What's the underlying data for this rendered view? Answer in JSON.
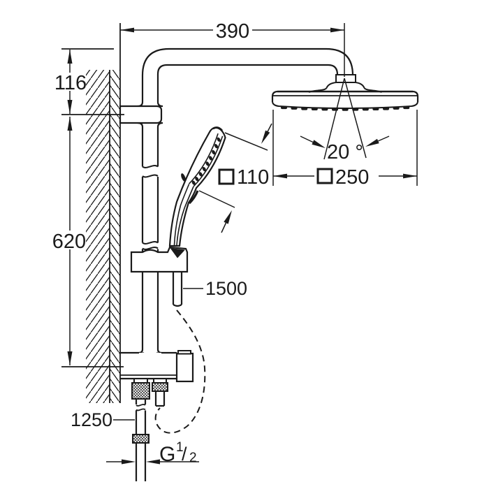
{
  "title": "shower system technical drawing",
  "colors": {
    "line": "#1a1a1a",
    "background": "#ffffff"
  },
  "dimensions": {
    "top_width_mm": "390",
    "wall_offset_mm": "116",
    "rail_length_mm": "620",
    "spray_angle": "20 °",
    "hand_shower_square_mm": "110",
    "head_shower_square_mm": "250",
    "shower_hose_mm": "1500",
    "supply_hose_mm": "1250",
    "thread_letter": "G",
    "thread_numerator": "1",
    "thread_slash": "/",
    "thread_denominator": "2"
  }
}
